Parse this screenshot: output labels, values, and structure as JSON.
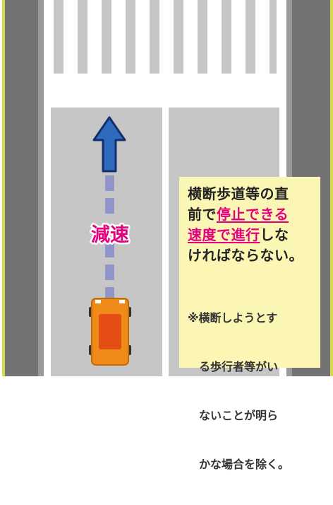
{
  "decel_label": "減速",
  "note": {
    "main_lines": [
      [
        {
          "t": "横断歩道等の直",
          "hl": false
        }
      ],
      [
        {
          "t": "前で",
          "hl": false
        },
        {
          "t": "停止できる",
          "hl": true
        }
      ],
      [
        {
          "t": "速度で進行",
          "hl": true
        },
        {
          "t": "しな",
          "hl": false
        }
      ],
      [
        {
          "t": "ければならない。",
          "hl": false
        }
      ]
    ],
    "sub_lines": [
      "※横断しようとす",
      "　る歩行者等がい",
      "　ないことが明ら",
      "　かな場合を除く。"
    ]
  },
  "colors": {
    "road": "#c6c6c6",
    "sidewalk": "#737373",
    "curb": "#9a9a9a",
    "arrow_fill": "#2e6bbf",
    "arrow_stroke": "#142f6e",
    "dash": "#8f95c9",
    "car_body": "#f08a18",
    "car_cabin": "#e44d14",
    "label": "#e5007f",
    "note_bg": "#fbf6b4"
  }
}
